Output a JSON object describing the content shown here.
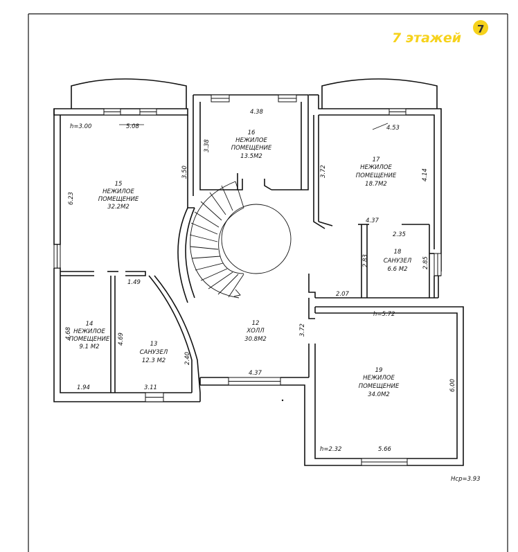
{
  "brand": {
    "text": "7 этажей",
    "badge_digit": "7",
    "color": "#f6d21c"
  },
  "rooms": [
    {
      "id": "15",
      "number": "15",
      "name_lines": [
        "НЕЖИЛОЕ",
        "ПОМЕЩЕНИЕ"
      ],
      "area": "32.2М2"
    },
    {
      "id": "16",
      "number": "16",
      "name_lines": [
        "НЕЖИЛОЕ",
        "ПОМЕЩЕНИЕ"
      ],
      "area": "13.5М2"
    },
    {
      "id": "17",
      "number": "17",
      "name_lines": [
        "НЕЖИЛОЕ",
        "ПОМЕЩЕНИЕ"
      ],
      "area": "18.7М2"
    },
    {
      "id": "18",
      "number": "18",
      "name_lines": [
        "САНУЗЕЛ"
      ],
      "area": "6.6 М2"
    },
    {
      "id": "12",
      "number": "12",
      "name_lines": [
        "ХОЛЛ"
      ],
      "area": "30.8М2"
    },
    {
      "id": "14",
      "number": "14",
      "name_lines": [
        "НЕЖИЛОЕ",
        "ПОМЕЩЕНИЕ"
      ],
      "area": "9.1 М2"
    },
    {
      "id": "13",
      "number": "13",
      "name_lines": [
        "САНУЗЕЛ"
      ],
      "area": "12.3 М2"
    },
    {
      "id": "19",
      "number": "19",
      "name_lines": [
        "НЕЖИЛОЕ",
        "ПОМЕЩЕНИЕ"
      ],
      "area": "34.0М2"
    }
  ],
  "dimensions": {
    "h_left": "h=3.00",
    "d_508": "5.08",
    "d_438": "4.38",
    "d_453": "4.53",
    "d_338": "3.38",
    "d_350": "3.50",
    "d_372a": "3.72",
    "d_414": "4.14",
    "d_623": "6.23",
    "d_437a": "4.37",
    "d_235": "2.35",
    "d_283": "2.83",
    "d_285": "2.85",
    "d_207": "2.07",
    "d_149": "1.49",
    "h_572": "h=5.72",
    "d_372b": "3.72",
    "d_468": "4.68",
    "d_469": "4.69",
    "d_240": "2.40",
    "d_194": "1.94",
    "d_311": "3.11",
    "d_437b": "4.37",
    "d_600": "6.00",
    "h_232": "h=2.32",
    "d_566": "5.66",
    "hsr": "Hср=3.93"
  }
}
